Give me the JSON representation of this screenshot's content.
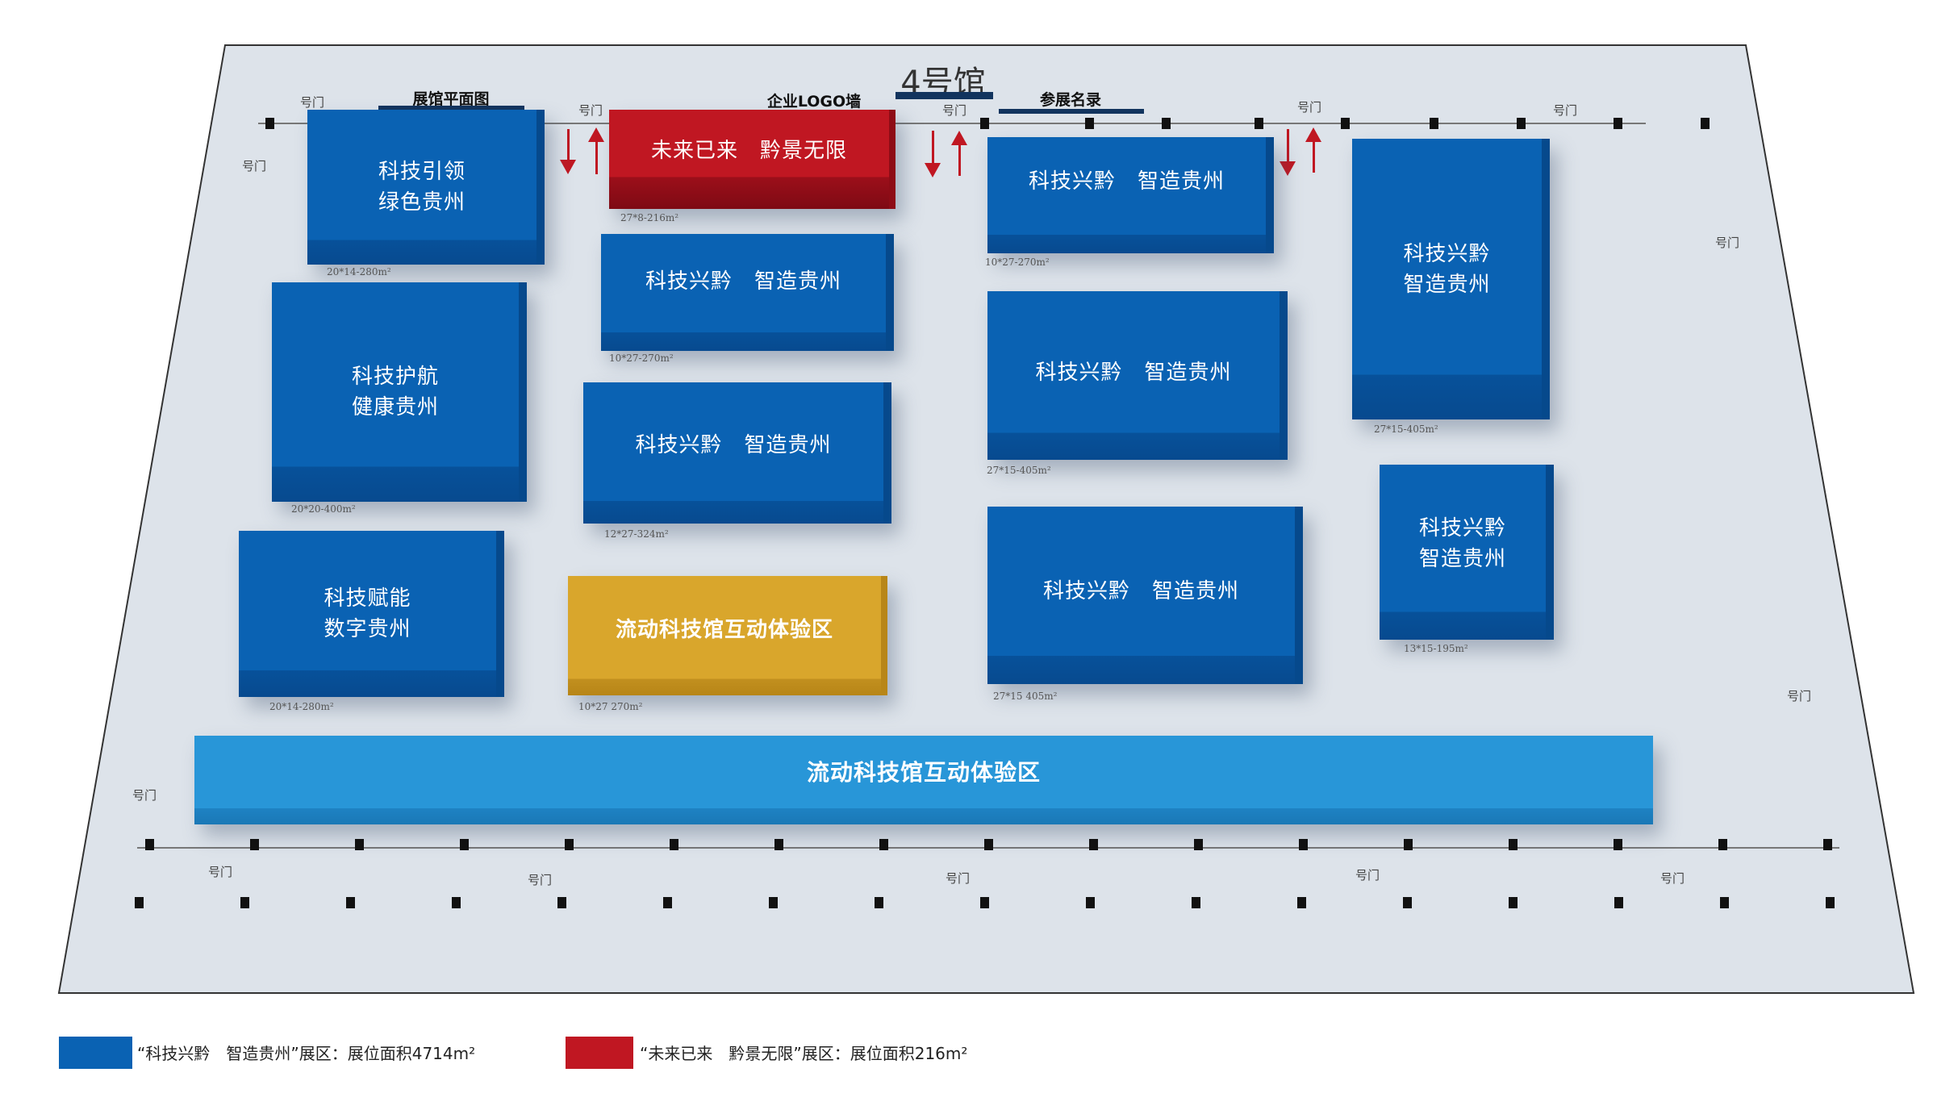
{
  "hall": {
    "title": "4号馆"
  },
  "top_labels": {
    "floor_plan": "展馆平面图",
    "logo_wall": "企业LOGO墙",
    "exhibitor_list": "参展名录"
  },
  "door_label": "号门",
  "colors": {
    "blue": "#0a62b3",
    "red": "#c01722",
    "yellow": "#d9a62c",
    "light_blue": "#2896d8",
    "floor": "#dde3ea"
  },
  "booths": [
    {
      "line1": "科技引领",
      "line2": "绿色贵州",
      "dims": "20*14-280m²"
    },
    {
      "line1": "科技护航",
      "line2": "健康贵州",
      "dims": "20*20-400m²"
    },
    {
      "line1": "科技赋能",
      "line2": "数字贵州",
      "dims": "20*14-280m²"
    },
    {
      "line1": "未来已来　黔景无限",
      "dims": "27*8-216m²"
    },
    {
      "line1": "科技兴黔　智造贵州",
      "dims": "10*27-270m²"
    },
    {
      "line1": "科技兴黔　智造贵州",
      "dims": "12*27-324m²"
    },
    {
      "line1": "流动科技馆互动体验区",
      "dims": "10*27 270m²"
    },
    {
      "line1": "科技兴黔　智造贵州",
      "dims": "10*27-270m²"
    },
    {
      "line1": "科技兴黔　智造贵州",
      "dims": "27*15-405m²"
    },
    {
      "line1": "科技兴黔　智造贵州",
      "dims": "27*15 405m²"
    },
    {
      "line1": "科技兴黔",
      "line2": "智造贵州",
      "dims": "27*15-405m²"
    },
    {
      "line1": "科技兴黔",
      "line2": "智造贵州",
      "dims": "13*15-195m²"
    },
    {
      "line1": "流动科技馆互动体验区"
    }
  ],
  "legend": [
    {
      "text": "“科技兴黔　智造贵州”展区：展位面积4714m²"
    },
    {
      "text": "“未来已来　黔景无限”展区：展位面积216m²"
    }
  ]
}
